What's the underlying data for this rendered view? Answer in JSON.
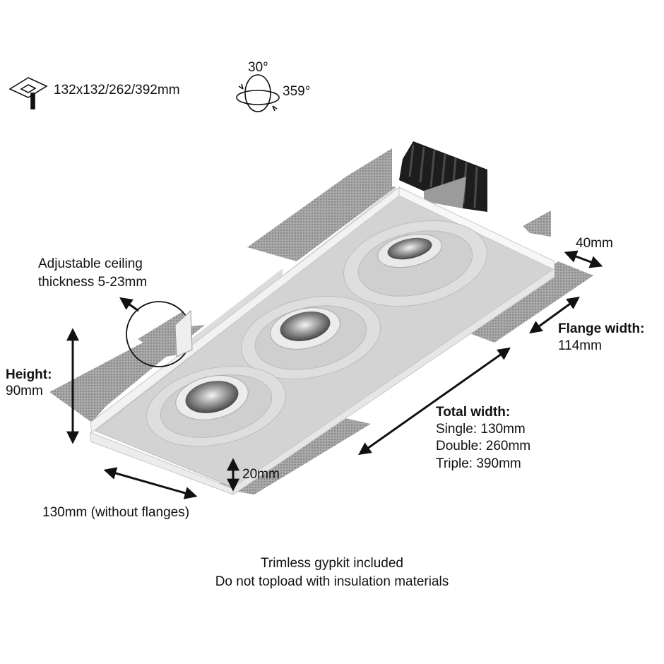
{
  "specs": {
    "cutout_icon": "ceiling-cutout-icon",
    "cutout_size": "132x132/262/392mm",
    "rotation_icon": "tilt-rotate-icon",
    "tilt_angle": "30°",
    "rotate_angle": "359°"
  },
  "labels": {
    "adjustable_line1": "Adjustable ceiling",
    "adjustable_line2": "thickness 5-23mm",
    "height_title": "Height:",
    "height_value": "90mm",
    "edge_40": "40mm",
    "flange_title": "Flange width:",
    "flange_value": "114mm",
    "total_title": "Total width:",
    "total_single": "Single: 130mm",
    "total_double": "Double: 260mm",
    "total_triple": "Triple: 390mm",
    "depth_20": "20mm",
    "without_flanges": "130mm (without flanges)"
  },
  "notes": {
    "line1": "Trimless gypkit included",
    "line2": "Do not topload with insulation materials"
  },
  "colors": {
    "body": "#cfcfcf",
    "face": "#f4f4f4",
    "mesh": "#8c8c8c",
    "arrow": "#111111"
  }
}
